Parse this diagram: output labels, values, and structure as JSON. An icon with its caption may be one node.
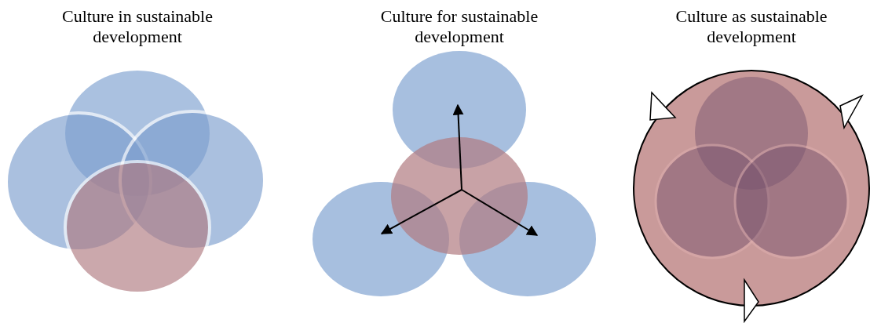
{
  "diagram": {
    "labels": [
      "Culture in sustainable development",
      "Culture for sustainable development",
      "Culture as sustainable development"
    ]
  }
}
